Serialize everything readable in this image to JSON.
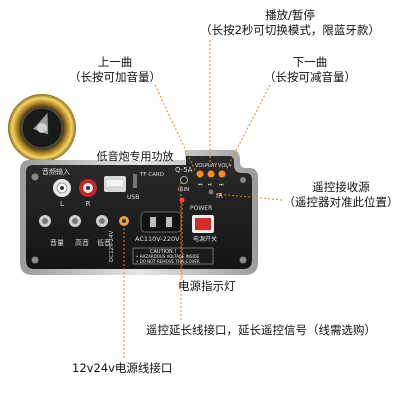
{
  "annotations": {
    "play_pause": {
      "title": "播放/暂停",
      "detail": "（长按2秒可切换模式，限蓝牙款）"
    },
    "prev": {
      "title": "上一曲",
      "detail": "（长按可加音量）"
    },
    "next": {
      "title": "下一曲",
      "detail": "（长按可减音量）"
    },
    "remote_receiver": {
      "title": "遥控接收源",
      "detail": "（遥控器对准此位置）"
    },
    "power_indicator": "电源指示灯",
    "remote_ext": "遥控延长线接口，延长遥控信号（线需选购）",
    "power_input": "12v24v电源线接口"
  },
  "panel": {
    "title": "低音炮专用功放",
    "input_label": "音频输入",
    "model": "Q-5A",
    "usb": "USB",
    "tf_card": "TF CARD",
    "vol_minus": "VOL-",
    "play": "PLAY",
    "vol_plus": "VOL+",
    "irin": "IRIN",
    "ir": "IR",
    "power": "POWER",
    "knob_volume": "音量",
    "knob_treble": "高音",
    "knob_bass": "低音",
    "jack_l": "L",
    "jack_r": "R",
    "dc_label": "DC12V-24V",
    "ac_label": "AC110V-220V",
    "power_switch": "电源开关",
    "caution_title": "CAUTION !",
    "caution_line1": "• HAZARDOUS VOLTAGE INSIDE",
    "caution_line2": "• DO NOT REMOVE THIS COVER"
  },
  "colors": {
    "panel_bg": "#1f1f1f",
    "panel_frame": "#bdbdbd",
    "speaker_ring": "#d9b64a",
    "led_orange": "#ff8c1a",
    "power_red": "#d62a2a",
    "callout_line": "#e0891f"
  }
}
